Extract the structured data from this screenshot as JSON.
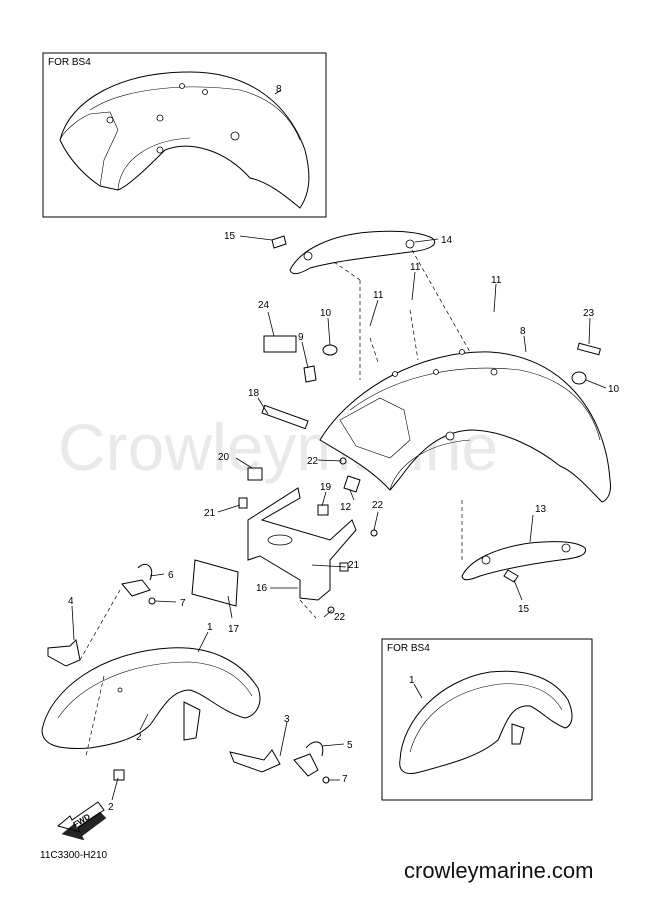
{
  "inset_boxes": [
    {
      "title": "FOR BS4",
      "part": "8"
    },
    {
      "title": "FOR BS4",
      "part": "1"
    }
  ],
  "callouts": [
    "15",
    "14",
    "11",
    "11",
    "11",
    "24",
    "10",
    "9",
    "8",
    "23",
    "10",
    "18",
    "20",
    "22",
    "19",
    "12",
    "22",
    "21",
    "13",
    "6",
    "7",
    "21",
    "16",
    "4",
    "1",
    "17",
    "22",
    "15",
    "3",
    "5",
    "2",
    "7",
    "2"
  ],
  "watermark": "Crowleymarine",
  "fwd_label": "FWD",
  "diagram_code": "11C3300-H210",
  "footer_url": "crowleymarine.com"
}
